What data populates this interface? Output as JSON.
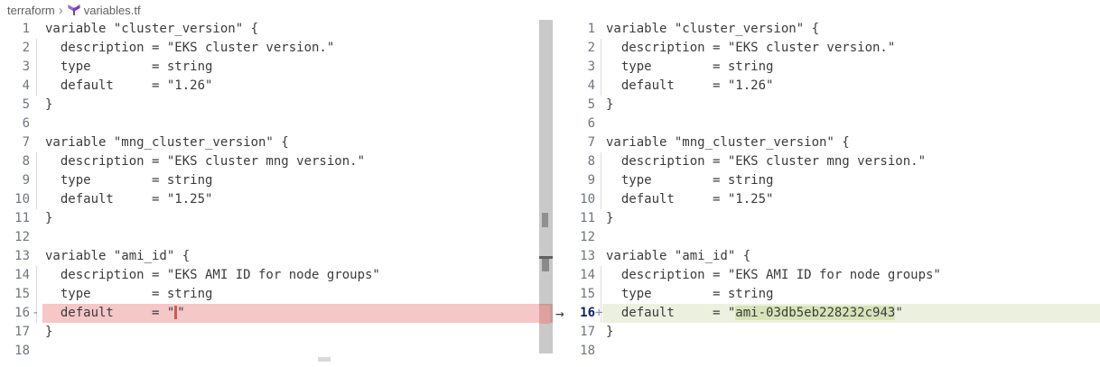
{
  "breadcrumb": {
    "folder": "terraform",
    "separator": "›",
    "file": "variables.tf",
    "file_icon": "terraform-icon"
  },
  "colors": {
    "accent_purple": "#7B42BC",
    "accent_purple_light": "#A067DA",
    "breadcrumb_text": "#616161",
    "code_text": "#3b3b3b",
    "line_number": "#6e7681",
    "active_line_number": "#0B216F",
    "removed_line_bg": "#f5c7c7",
    "removed_char_bg": "#cf5952",
    "added_line_bg": "#ecf1df",
    "added_char_bg": "#d7e4b9"
  },
  "diff": {
    "arrow_glyph": "→",
    "left": {
      "lines": [
        {
          "n": "1",
          "sign": "",
          "state": "context",
          "guide": false,
          "segments": [
            {
              "text": "variable \"cluster_version\" {",
              "highlight": false
            }
          ]
        },
        {
          "n": "2",
          "sign": "",
          "state": "context",
          "guide": true,
          "segments": [
            {
              "text": "  description = \"EKS cluster version.\"",
              "highlight": false
            }
          ]
        },
        {
          "n": "3",
          "sign": "",
          "state": "context",
          "guide": true,
          "segments": [
            {
              "text": "  type        = string",
              "highlight": false
            }
          ]
        },
        {
          "n": "4",
          "sign": "",
          "state": "context",
          "guide": true,
          "segments": [
            {
              "text": "  default     = \"1.26\"",
              "highlight": false
            }
          ]
        },
        {
          "n": "5",
          "sign": "",
          "state": "context",
          "guide": false,
          "segments": [
            {
              "text": "}",
              "highlight": false
            }
          ]
        },
        {
          "n": "6",
          "sign": "",
          "state": "context",
          "guide": false,
          "segments": [
            {
              "text": "",
              "highlight": false
            }
          ]
        },
        {
          "n": "7",
          "sign": "",
          "state": "context",
          "guide": false,
          "segments": [
            {
              "text": "variable \"mng_cluster_version\" {",
              "highlight": false
            }
          ]
        },
        {
          "n": "8",
          "sign": "",
          "state": "context",
          "guide": true,
          "segments": [
            {
              "text": "  description = \"EKS cluster mng version.\"",
              "highlight": false
            }
          ]
        },
        {
          "n": "9",
          "sign": "",
          "state": "context",
          "guide": true,
          "segments": [
            {
              "text": "  type        = string",
              "highlight": false
            }
          ]
        },
        {
          "n": "10",
          "sign": "",
          "state": "context",
          "guide": true,
          "segments": [
            {
              "text": "  default     = \"1.25\"",
              "highlight": false
            }
          ]
        },
        {
          "n": "11",
          "sign": "",
          "state": "context",
          "guide": false,
          "segments": [
            {
              "text": "}",
              "highlight": false
            }
          ]
        },
        {
          "n": "12",
          "sign": "",
          "state": "context",
          "guide": false,
          "segments": [
            {
              "text": "",
              "highlight": false
            }
          ]
        },
        {
          "n": "13",
          "sign": "",
          "state": "context",
          "guide": false,
          "segments": [
            {
              "text": "variable \"ami_id\" {",
              "highlight": false
            }
          ]
        },
        {
          "n": "14",
          "sign": "",
          "state": "context",
          "guide": true,
          "segments": [
            {
              "text": "  description = \"EKS AMI ID for node groups\"",
              "highlight": false
            }
          ]
        },
        {
          "n": "15",
          "sign": "",
          "state": "context",
          "guide": true,
          "segments": [
            {
              "text": "  type        = string",
              "highlight": false
            }
          ]
        },
        {
          "n": "16",
          "sign": "-",
          "state": "removed",
          "guide": true,
          "segments": [
            {
              "text": "  default     = \"",
              "highlight": false
            },
            {
              "text": "",
              "highlight": true
            },
            {
              "text": "\"",
              "highlight": false
            }
          ]
        },
        {
          "n": "17",
          "sign": "",
          "state": "context",
          "guide": false,
          "segments": [
            {
              "text": "}",
              "highlight": false
            }
          ]
        },
        {
          "n": "18",
          "sign": "",
          "state": "context",
          "guide": false,
          "segments": [
            {
              "text": "",
              "highlight": false
            }
          ]
        }
      ]
    },
    "right": {
      "lines": [
        {
          "n": "1",
          "sign": "",
          "state": "context",
          "guide": false,
          "segments": [
            {
              "text": "variable \"cluster_version\" {",
              "highlight": false
            }
          ]
        },
        {
          "n": "2",
          "sign": "",
          "state": "context",
          "guide": true,
          "segments": [
            {
              "text": "  description = \"EKS cluster version.\"",
              "highlight": false
            }
          ]
        },
        {
          "n": "3",
          "sign": "",
          "state": "context",
          "guide": true,
          "segments": [
            {
              "text": "  type        = string",
              "highlight": false
            }
          ]
        },
        {
          "n": "4",
          "sign": "",
          "state": "context",
          "guide": true,
          "segments": [
            {
              "text": "  default     = \"1.26\"",
              "highlight": false
            }
          ]
        },
        {
          "n": "5",
          "sign": "",
          "state": "context",
          "guide": false,
          "segments": [
            {
              "text": "}",
              "highlight": false
            }
          ]
        },
        {
          "n": "6",
          "sign": "",
          "state": "context",
          "guide": false,
          "segments": [
            {
              "text": "",
              "highlight": false
            }
          ]
        },
        {
          "n": "7",
          "sign": "",
          "state": "context",
          "guide": false,
          "segments": [
            {
              "text": "variable \"mng_cluster_version\" {",
              "highlight": false
            }
          ]
        },
        {
          "n": "8",
          "sign": "",
          "state": "context",
          "guide": true,
          "segments": [
            {
              "text": "  description = \"EKS cluster mng version.\"",
              "highlight": false
            }
          ]
        },
        {
          "n": "9",
          "sign": "",
          "state": "context",
          "guide": true,
          "segments": [
            {
              "text": "  type        = string",
              "highlight": false
            }
          ]
        },
        {
          "n": "10",
          "sign": "",
          "state": "context",
          "guide": true,
          "segments": [
            {
              "text": "  default     = \"1.25\"",
              "highlight": false
            }
          ]
        },
        {
          "n": "11",
          "sign": "",
          "state": "context",
          "guide": false,
          "segments": [
            {
              "text": "}",
              "highlight": false
            }
          ]
        },
        {
          "n": "12",
          "sign": "",
          "state": "context",
          "guide": false,
          "segments": [
            {
              "text": "",
              "highlight": false
            }
          ]
        },
        {
          "n": "13",
          "sign": "",
          "state": "context",
          "guide": false,
          "segments": [
            {
              "text": "variable \"ami_id\" {",
              "highlight": false
            }
          ]
        },
        {
          "n": "14",
          "sign": "",
          "state": "context",
          "guide": true,
          "segments": [
            {
              "text": "  description = \"EKS AMI ID for node groups\"",
              "highlight": false
            }
          ]
        },
        {
          "n": "15",
          "sign": "",
          "state": "context",
          "guide": true,
          "segments": [
            {
              "text": "  type        = string",
              "highlight": false
            }
          ]
        },
        {
          "n": "16",
          "sign": "+",
          "state": "added",
          "active": true,
          "arrow": true,
          "guide": true,
          "segments": [
            {
              "text": "  default     = \"",
              "highlight": false
            },
            {
              "text": "ami-03db5eb228232c943",
              "highlight": true
            },
            {
              "text": "\"",
              "highlight": false
            }
          ]
        },
        {
          "n": "17",
          "sign": "",
          "state": "context",
          "guide": false,
          "segments": [
            {
              "text": "}",
              "highlight": false
            }
          ]
        },
        {
          "n": "18",
          "sign": "",
          "state": "context",
          "guide": false,
          "segments": [
            {
              "text": "",
              "highlight": false
            }
          ]
        }
      ]
    }
  }
}
